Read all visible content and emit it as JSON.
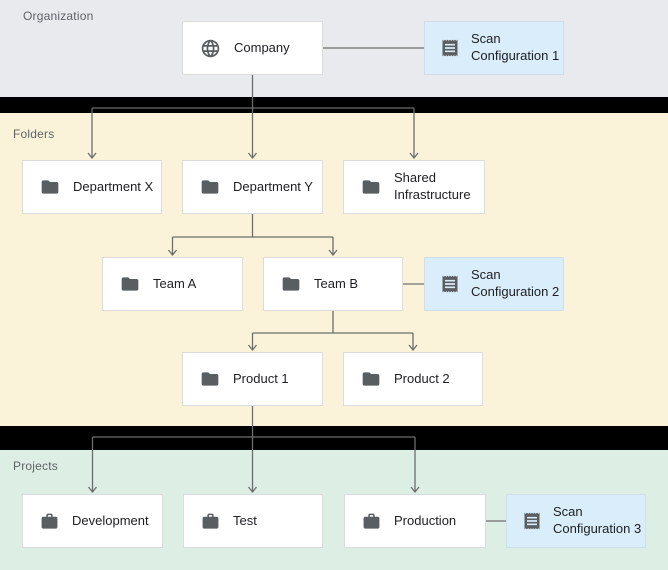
{
  "sections": {
    "organization": {
      "label": "Organization"
    },
    "folders": {
      "label": "Folders"
    },
    "projects": {
      "label": "Projects"
    }
  },
  "nodes": {
    "company": {
      "label": "Company",
      "icon": "globe-icon",
      "section": "organization"
    },
    "scan_config_1": {
      "label": "Scan Configuration 1",
      "icon": "receipt-icon",
      "section": "organization",
      "attached_to": "company"
    },
    "department_x": {
      "label": "Department X",
      "icon": "folder-icon",
      "section": "folders"
    },
    "department_y": {
      "label": "Department Y",
      "icon": "folder-icon",
      "section": "folders"
    },
    "shared_infrastructure": {
      "label": "Shared Infrastructure",
      "icon": "folder-icon",
      "section": "folders"
    },
    "team_a": {
      "label": "Team A",
      "icon": "folder-icon",
      "section": "folders"
    },
    "team_b": {
      "label": "Team B",
      "icon": "folder-icon",
      "section": "folders"
    },
    "scan_config_2": {
      "label": "Scan Configuration 2",
      "icon": "receipt-icon",
      "section": "folders",
      "attached_to": "team_b"
    },
    "product_1": {
      "label": "Product 1",
      "icon": "folder-icon",
      "section": "folders"
    },
    "product_2": {
      "label": "Product 2",
      "icon": "folder-icon",
      "section": "folders"
    },
    "development": {
      "label": "Development",
      "icon": "briefcase-icon",
      "section": "projects"
    },
    "test": {
      "label": "Test",
      "icon": "briefcase-icon",
      "section": "projects"
    },
    "production": {
      "label": "Production",
      "icon": "briefcase-icon",
      "section": "projects"
    },
    "scan_config_3": {
      "label": "Scan Configuration 3",
      "icon": "receipt-icon",
      "section": "projects",
      "attached_to": "production"
    }
  },
  "edges": [
    {
      "from": "company",
      "to": [
        "department_x",
        "department_y",
        "shared_infrastructure"
      ],
      "arrow": true
    },
    {
      "from": "department_y",
      "to": [
        "team_a",
        "team_b"
      ],
      "arrow": true
    },
    {
      "from": "team_b",
      "to": [
        "product_1",
        "product_2"
      ],
      "arrow": true
    },
    {
      "from": "product_1",
      "to": [
        "development",
        "test",
        "production"
      ],
      "arrow": true
    },
    {
      "from": "company",
      "to": [
        "scan_config_1"
      ],
      "arrow": false
    },
    {
      "from": "team_b",
      "to": [
        "scan_config_2"
      ],
      "arrow": false
    },
    {
      "from": "production",
      "to": [
        "scan_config_3"
      ],
      "arrow": false
    }
  ],
  "colors": {
    "organization_bg": "#e8eaed",
    "folders_bg": "#fbf3d9",
    "projects_bg": "#ddeee5",
    "scan_config_bg": "#d9edfb",
    "divider": "#000000",
    "node_bg": "#ffffff",
    "node_border": "#dbdcde",
    "connector": "#6d6d6d",
    "icon": "#5b5e61",
    "label_text": "#202124",
    "section_label_text": "#5f6368"
  }
}
